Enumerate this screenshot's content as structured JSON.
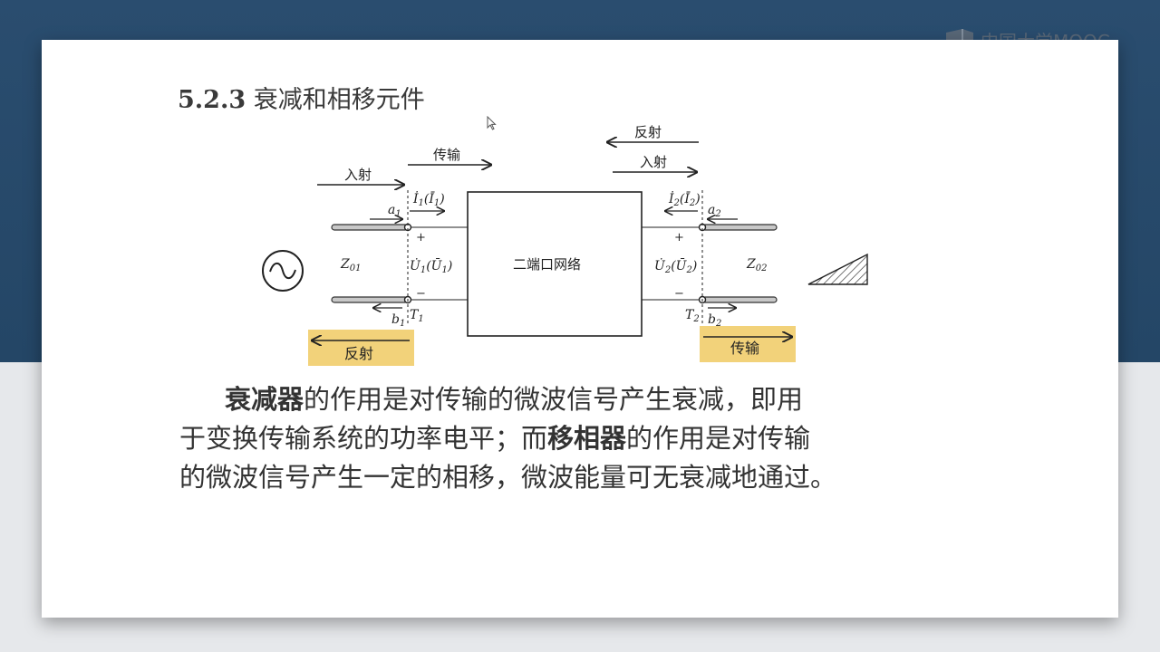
{
  "watermark": "中国大学MOOC",
  "heading": {
    "number": "5.2.3",
    "text": "衰减和相移元件"
  },
  "diagram": {
    "network_label": "二端口网络",
    "incident_left": "入射",
    "transmit_top": "传输",
    "reflect_top_right": "反射",
    "incident_right": "入射",
    "reflect_bottom_left": "反射",
    "transmit_bottom_right": "传输",
    "port1": {
      "a": "a",
      "a_sub": "1",
      "b": "b",
      "b_sub": "1",
      "T": "T",
      "T_sub": "1",
      "Z": "Z",
      "Z_sub": "01",
      "I": "İ",
      "I_sub": "1",
      "I_norm": "(Ī",
      "I_norm_sub": "1",
      "I_close": ")",
      "U": "U̇",
      "U_sub": "1",
      "U_norm": "(Ū",
      "U_norm_sub": "1",
      "U_close": ")",
      "plus": "+",
      "minus": "−"
    },
    "port2": {
      "a": "a",
      "a_sub": "2",
      "b": "b",
      "b_sub": "2",
      "T": "T",
      "T_sub": "2",
      "Z": "Z",
      "Z_sub": "02",
      "I": "İ",
      "I_sub": "2",
      "I_norm": "(Ī",
      "I_norm_sub": "2",
      "I_close": ")",
      "U": "U̇",
      "U_sub": "2",
      "U_norm": "(Ū",
      "U_norm_sub": "2",
      "U_close": ")",
      "plus": "+",
      "minus": "−"
    },
    "highlight_color": "#f2d27a"
  },
  "body": {
    "line1_bold": "衰减器",
    "line1_rest": "的作用是对传输的微波信号产生衰减，即用",
    "line2_pre": "于变换传输系统的功率电平；而",
    "line2_bold": "移相器",
    "line2_post": "的作用是对传输",
    "line3": "的微波信号产生一定的相移，微波能量可无衰减地通过。"
  }
}
